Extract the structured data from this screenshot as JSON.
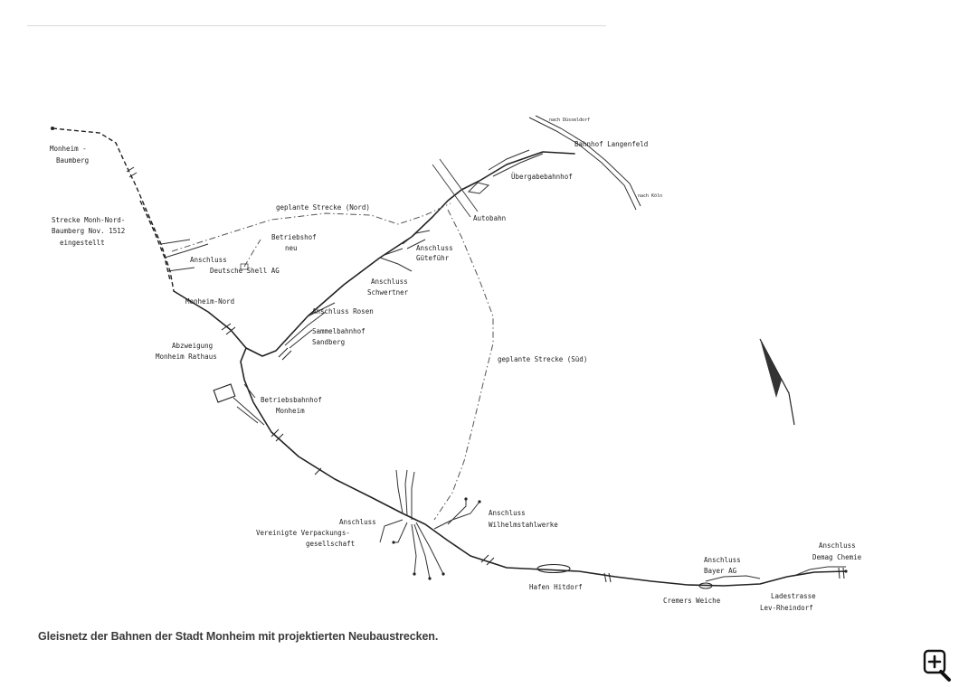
{
  "caption": "Gleisnetz der Bahnen der Stadt Monheim mit projektierten Neubaustrecken.",
  "zoom_icon": "zoom-in-magnifier-icon",
  "labels": {
    "baumberg_1": "Monheim -",
    "baumberg_2": "Baumberg",
    "strecke_1": "Strecke Monh-Nord-",
    "strecke_2": "Baumberg Nov. 1512",
    "strecke_3": "eingestellt",
    "anschluss_shell_1": "Anschluss",
    "anschluss_shell_2": "Deutsche Shell AG",
    "monheim_nord": "Monheim-Nord",
    "geplante_nord": "geplante Strecke (Nord)",
    "betriebshof_1": "Betriebshof",
    "betriebshof_2": "neu",
    "abzweigung_1": "Abzweigung",
    "abzweigung_2": "Monheim Rathaus",
    "anschluss_rosen": "Anschluss Rosen",
    "sammelbahnhof_1": "Sammelbahnhof",
    "sammelbahnhof_2": "Sandberg",
    "anschluss_schwertner_1": "Anschluss",
    "anschluss_schwertner_2": "Schwertner",
    "anschluss_guete_1": "Anschluss",
    "anschluss_guete_2": "Güteführ",
    "autobahn": "Autobahn",
    "uebergabe": "Übergabebahnhof",
    "langenfeld": "Bahnhof Langenfeld",
    "nach_duesseldorf": "nach Düsseldorf",
    "nach_koeln": "nach Köln",
    "geplante_sued": "geplante Strecke (Süd)",
    "betriebsbahnhof_1": "Betriebsbahnhof",
    "betriebsbahnhof_2": "Monheim",
    "anschluss_vvg_1": "Anschluss",
    "anschluss_vvg_2": "Vereinigte Verpackungs-",
    "anschluss_vvg_3": "gesellschaft",
    "anschluss_wilhelm_1": "Anschluss",
    "anschluss_wilhelm_2": "Wilhelmstahlwerke",
    "hafen": "Hafen Hitdorf",
    "anschluss_bayer_1": "Anschluss",
    "anschluss_bayer_2": "Bayer AG",
    "cremers": "Cremers Weiche",
    "ladestrasse_1": "Ladestrasse",
    "ladestrasse_2": "Lev-Rheindorf",
    "anschluss_demag_1": "Anschluss",
    "anschluss_demag_2": "Demag Chemie"
  }
}
